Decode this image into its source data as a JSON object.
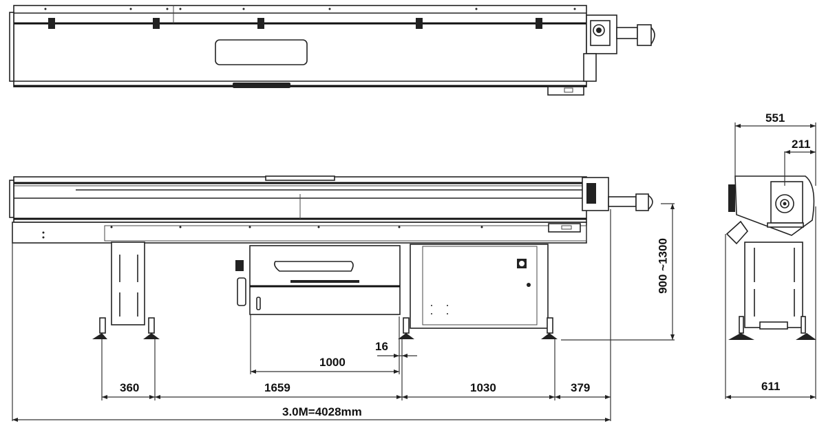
{
  "drawing": {
    "subject": "Bar feeder technical drawing",
    "views": [
      {
        "id": "top-view",
        "label": ""
      },
      {
        "id": "front-view",
        "label": ""
      },
      {
        "id": "side-view",
        "label": ""
      }
    ],
    "line_color": "#222222",
    "background": "#ffffff"
  },
  "dimensions": {
    "front": {
      "foot_spacing": "360",
      "segment_1659": "1659",
      "segment_1030": "1030",
      "segment_379": "379",
      "magazine_width": "1000",
      "offset_16": "16",
      "total_length": "3.0M=4028mm",
      "height_range": "900 ~1300"
    },
    "side": {
      "top_width": "551",
      "spindle_offset": "211",
      "base_width": "611"
    }
  }
}
